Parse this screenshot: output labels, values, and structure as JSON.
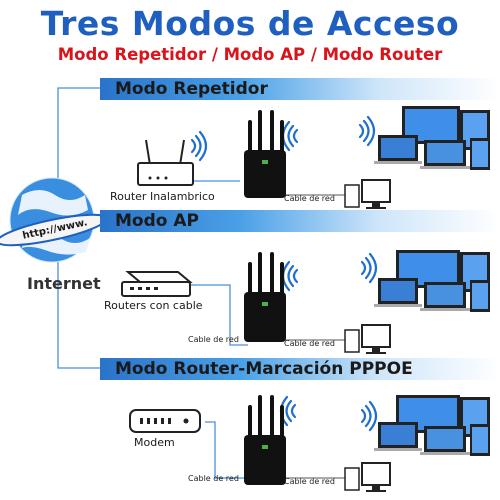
{
  "title": "Tres Modos de Acceso",
  "subtitle": "Modo Repetidor / Modo AP / Modo Router",
  "internet_label": "Internet",
  "globe_text": "http://www.",
  "sections": [
    {
      "banner": "Modo Repetidor",
      "device_label": "Router Inalambrico",
      "cable_label": "Cable de red"
    },
    {
      "banner": "Modo AP",
      "device_label": "Routers con cable",
      "cable_label_left": "Cable de red",
      "cable_label_right": "Cable de red"
    },
    {
      "banner": "Modo Router-Marcación PPPOE",
      "device_label": "Modem",
      "cable_label_left": "Cable de red",
      "cable_label_right": "Cable de red"
    }
  ],
  "colors": {
    "title": "#1f5fbf",
    "subtitle": "#d9141b",
    "banner_start": "#2a73c9",
    "line": "#4a90d9",
    "device": "#111111"
  }
}
